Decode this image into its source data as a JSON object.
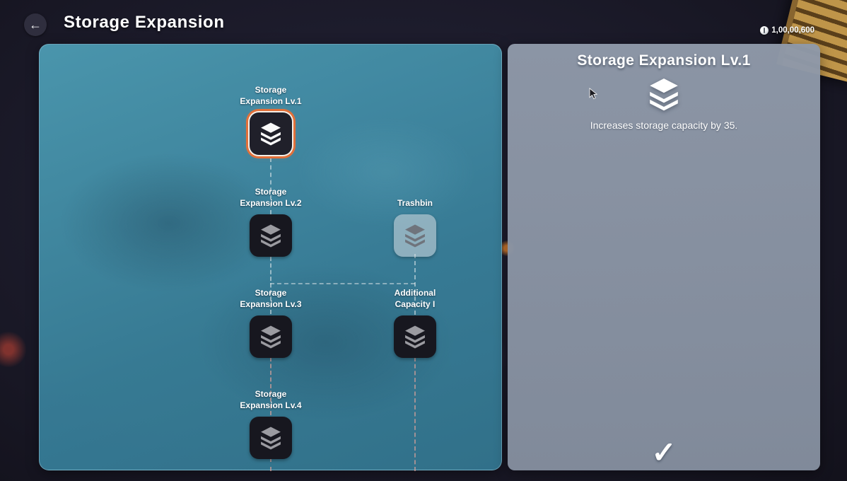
{
  "header": {
    "title": "Storage Expansion",
    "back_icon": "←",
    "currency_amount": "1,00,00,600",
    "currency_icon": "coin-icon"
  },
  "skill_tree": {
    "nodes": [
      {
        "id": "storage-expansion-lv1",
        "label": "Storage\nExpansion Lv.1",
        "icon": "layers-icon",
        "state": "selected"
      },
      {
        "id": "storage-expansion-lv2",
        "label": "Storage\nExpansion Lv.2",
        "icon": "layers-icon",
        "state": "locked"
      },
      {
        "id": "trashbin",
        "label": "Trashbin",
        "icon": "layers-icon",
        "state": "unavailable"
      },
      {
        "id": "storage-expansion-lv3",
        "label": "Storage\nExpansion Lv.3",
        "icon": "layers-icon",
        "state": "locked"
      },
      {
        "id": "additional-capacity-1",
        "label": "Additional\nCapacity I",
        "icon": "layers-icon",
        "state": "locked"
      },
      {
        "id": "storage-expansion-lv4",
        "label": "Storage\nExpansion Lv.4",
        "icon": "layers-icon",
        "state": "locked"
      }
    ]
  },
  "detail_panel": {
    "title": "Storage Expansion Lv.1",
    "description": "Increases storage capacity by 35.",
    "icon": "layers-icon",
    "confirm_icon": "✓"
  },
  "colors": {
    "selected_ring": "#e2703a",
    "tree_panel_teal": "#3f8ba6",
    "detail_panel_gray": "#8a93a4",
    "background_navy": "#1b1a29"
  }
}
